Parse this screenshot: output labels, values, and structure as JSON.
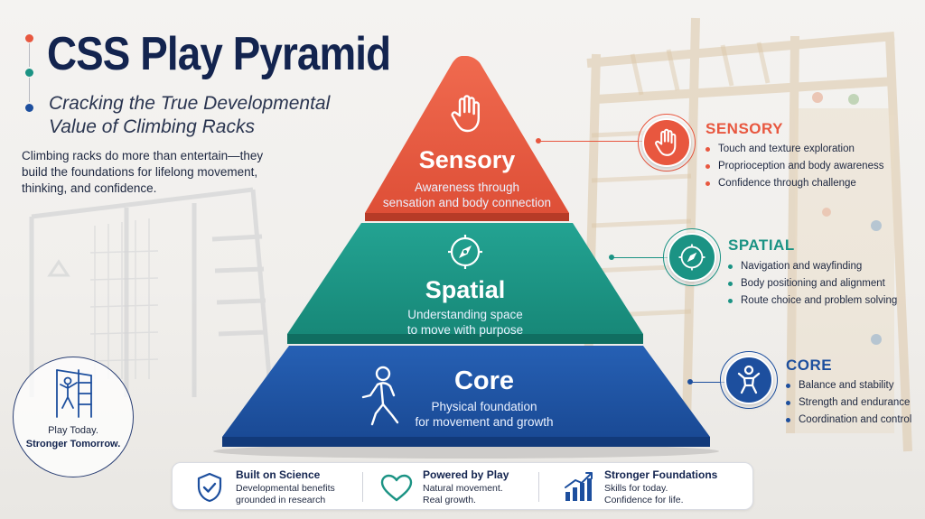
{
  "header": {
    "title": "CSS Play Pyramid",
    "subtitle_line1": "Cracking the True Developmental",
    "subtitle_line2": "Value of Climbing Racks",
    "intro": "Climbing racks do more than entertain—they build the foundations for lifelong movement, thinking, and confidence."
  },
  "colors": {
    "navy": "#13244f",
    "sensory": "#e8573f",
    "spatial": "#1b9384",
    "core": "#1d4f9e"
  },
  "pyramid": {
    "sensory": {
      "icon": "hand-icon",
      "title": "Sensory",
      "desc_line1": "Awareness through",
      "desc_line2": "sensation and body connection"
    },
    "spatial": {
      "icon": "compass-icon",
      "title": "Spatial",
      "desc_line1": "Understanding space",
      "desc_line2": "to move with purpose"
    },
    "core": {
      "icon": "climbing-figure-icon",
      "title": "Core",
      "desc_line1": "Physical foundation",
      "desc_line2": "for movement and growth"
    }
  },
  "panels": {
    "sensory": {
      "title": "SENSORY",
      "items": [
        "Touch and texture exploration",
        "Proprioception and body awareness",
        "Confidence through challenge"
      ]
    },
    "spatial": {
      "title": "SPATIAL",
      "items": [
        "Navigation and wayfinding",
        "Body positioning and alignment",
        "Route choice and problem solving"
      ]
    },
    "core": {
      "title": "CORE",
      "items": [
        "Balance and stability",
        "Strength and endurance",
        "Coordination and control"
      ]
    }
  },
  "badge": {
    "icon": "climbing-rack-icon",
    "line1": "Play Today.",
    "line2": "Stronger Tomorrow."
  },
  "footer": [
    {
      "icon": "shield-check-icon",
      "title": "Built on Science",
      "desc_line1": "Developmental benefits",
      "desc_line2": "grounded in research"
    },
    {
      "icon": "heart-icon",
      "title": "Powered by Play",
      "desc_line1": "Natural movement.",
      "desc_line2": "Real growth."
    },
    {
      "icon": "bar-chart-icon",
      "title": "Stronger Foundations",
      "desc_line1": "Skills for today.",
      "desc_line2": "Confidence for life."
    }
  ]
}
